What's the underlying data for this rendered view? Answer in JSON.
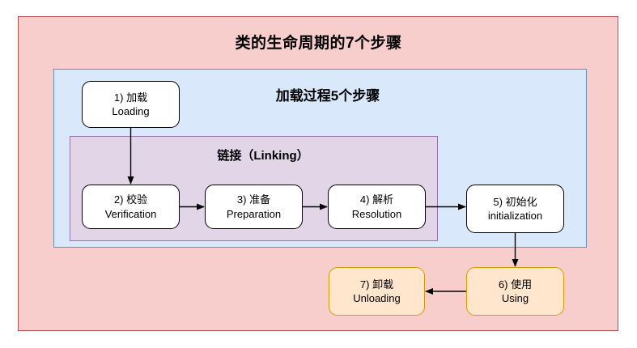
{
  "diagram": {
    "title": "类的生命周期的7个步骤",
    "groups": {
      "blue": {
        "title": "加载过程5个步骤",
        "fill": "#dae8fc",
        "stroke": "#6c8ebf"
      },
      "purple": {
        "title": "链接（Linking）",
        "fill": "#e1d5e7",
        "stroke": "#9673a6"
      },
      "pink": {
        "fill": "#f8cecc",
        "stroke": "#b85450"
      }
    },
    "nodes": [
      {
        "id": "1",
        "cn": "1) 加载",
        "en": "Loading",
        "style": "white",
        "fill": "#ffffff",
        "stroke": "#000000"
      },
      {
        "id": "2",
        "cn": "2) 校验",
        "en": "Verification",
        "style": "white",
        "fill": "#ffffff",
        "stroke": "#000000"
      },
      {
        "id": "3",
        "cn": "3) 准备",
        "en": "Preparation",
        "style": "white",
        "fill": "#ffffff",
        "stroke": "#000000"
      },
      {
        "id": "4",
        "cn": "4) 解析",
        "en": "Resolution",
        "style": "white",
        "fill": "#ffffff",
        "stroke": "#000000"
      },
      {
        "id": "5",
        "cn": "5) 初始化",
        "en": "initialization",
        "style": "white",
        "fill": "#ffffff",
        "stroke": "#000000"
      },
      {
        "id": "6",
        "cn": "6) 使用",
        "en": "Using",
        "style": "orange",
        "fill": "#ffe6cc",
        "stroke": "#d79b00"
      },
      {
        "id": "7",
        "cn": "7) 卸载",
        "en": "Unloading",
        "style": "orange",
        "fill": "#ffe6cc",
        "stroke": "#d79b00"
      }
    ],
    "edges": [
      {
        "from": "1",
        "to": "2",
        "direction": "down"
      },
      {
        "from": "2",
        "to": "3",
        "direction": "right"
      },
      {
        "from": "3",
        "to": "4",
        "direction": "right"
      },
      {
        "from": "4",
        "to": "5",
        "direction": "right"
      },
      {
        "from": "5",
        "to": "6",
        "direction": "down"
      },
      {
        "from": "6",
        "to": "7",
        "direction": "left"
      }
    ],
    "edge_color": "#000000"
  }
}
